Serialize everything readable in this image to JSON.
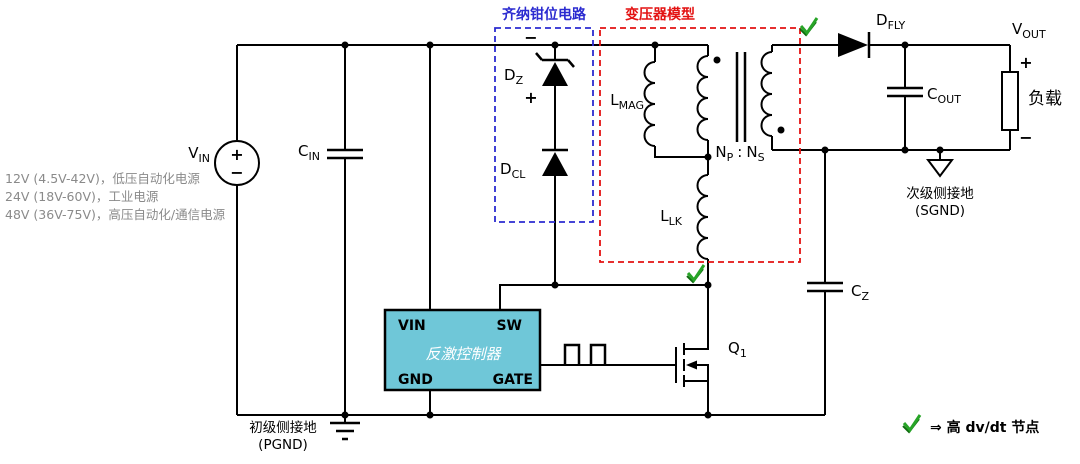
{
  "titles": {
    "clamp_box": "齐纳钳位电路",
    "transformer_box": "变压器模型"
  },
  "source_notes": {
    "line1": "12V (4.5V-42V)，低压自动化电源",
    "line2": "24V (18V-60V)，工业电源",
    "line3": "48V (36V-75V)，高压自动化/通信电源"
  },
  "components": {
    "vin": {
      "main": "V",
      "sub": "IN"
    },
    "cin": {
      "main": "C",
      "sub": "IN"
    },
    "dz": {
      "main": "D",
      "sub": "Z"
    },
    "dcl": {
      "main": "D",
      "sub": "CL"
    },
    "lmag": {
      "main": "L",
      "sub": "MAG"
    },
    "llk": {
      "main": "L",
      "sub": "LK"
    },
    "np_ns": {
      "np_main": "N",
      "np_sub": "P",
      "sep": ":",
      "ns_main": "N",
      "ns_sub": "S"
    },
    "dfly": {
      "main": "D",
      "sub": "FLY"
    },
    "vout": {
      "main": "V",
      "sub": "OUT"
    },
    "cout": {
      "main": "C",
      "sub": "OUT"
    },
    "cz": {
      "main": "C",
      "sub": "Z"
    },
    "q1": {
      "main": "Q",
      "sub": "1"
    },
    "load": "负载"
  },
  "controller": {
    "pin_vin": "VIN",
    "pin_sw": "SW",
    "pin_gnd": "GND",
    "pin_gate": "GATE",
    "name": "反激控制器"
  },
  "grounds": {
    "pgnd_line1": "初级侧接地",
    "pgnd_line2": "(PGND)",
    "sgnd_line1": "次级侧接地",
    "sgnd_line2": "(SGND)"
  },
  "polarity": {
    "vin_plus": "+",
    "vin_minus": "−",
    "dz_minus": "−",
    "dz_plus": "+",
    "out_plus": "+",
    "out_minus": "−"
  },
  "legend": {
    "text": "⇒ 高 dv/dt 节点"
  },
  "colors": {
    "wire": "#000000",
    "clamp_box_outline": "#2b2bd0",
    "transformer_box_outline": "#e31212",
    "controller_fill": "#6fc7d8",
    "controller_text": "#ffffff",
    "check_green": "#27a427",
    "note_gray": "#8a8a8a",
    "background": "#ffffff"
  }
}
